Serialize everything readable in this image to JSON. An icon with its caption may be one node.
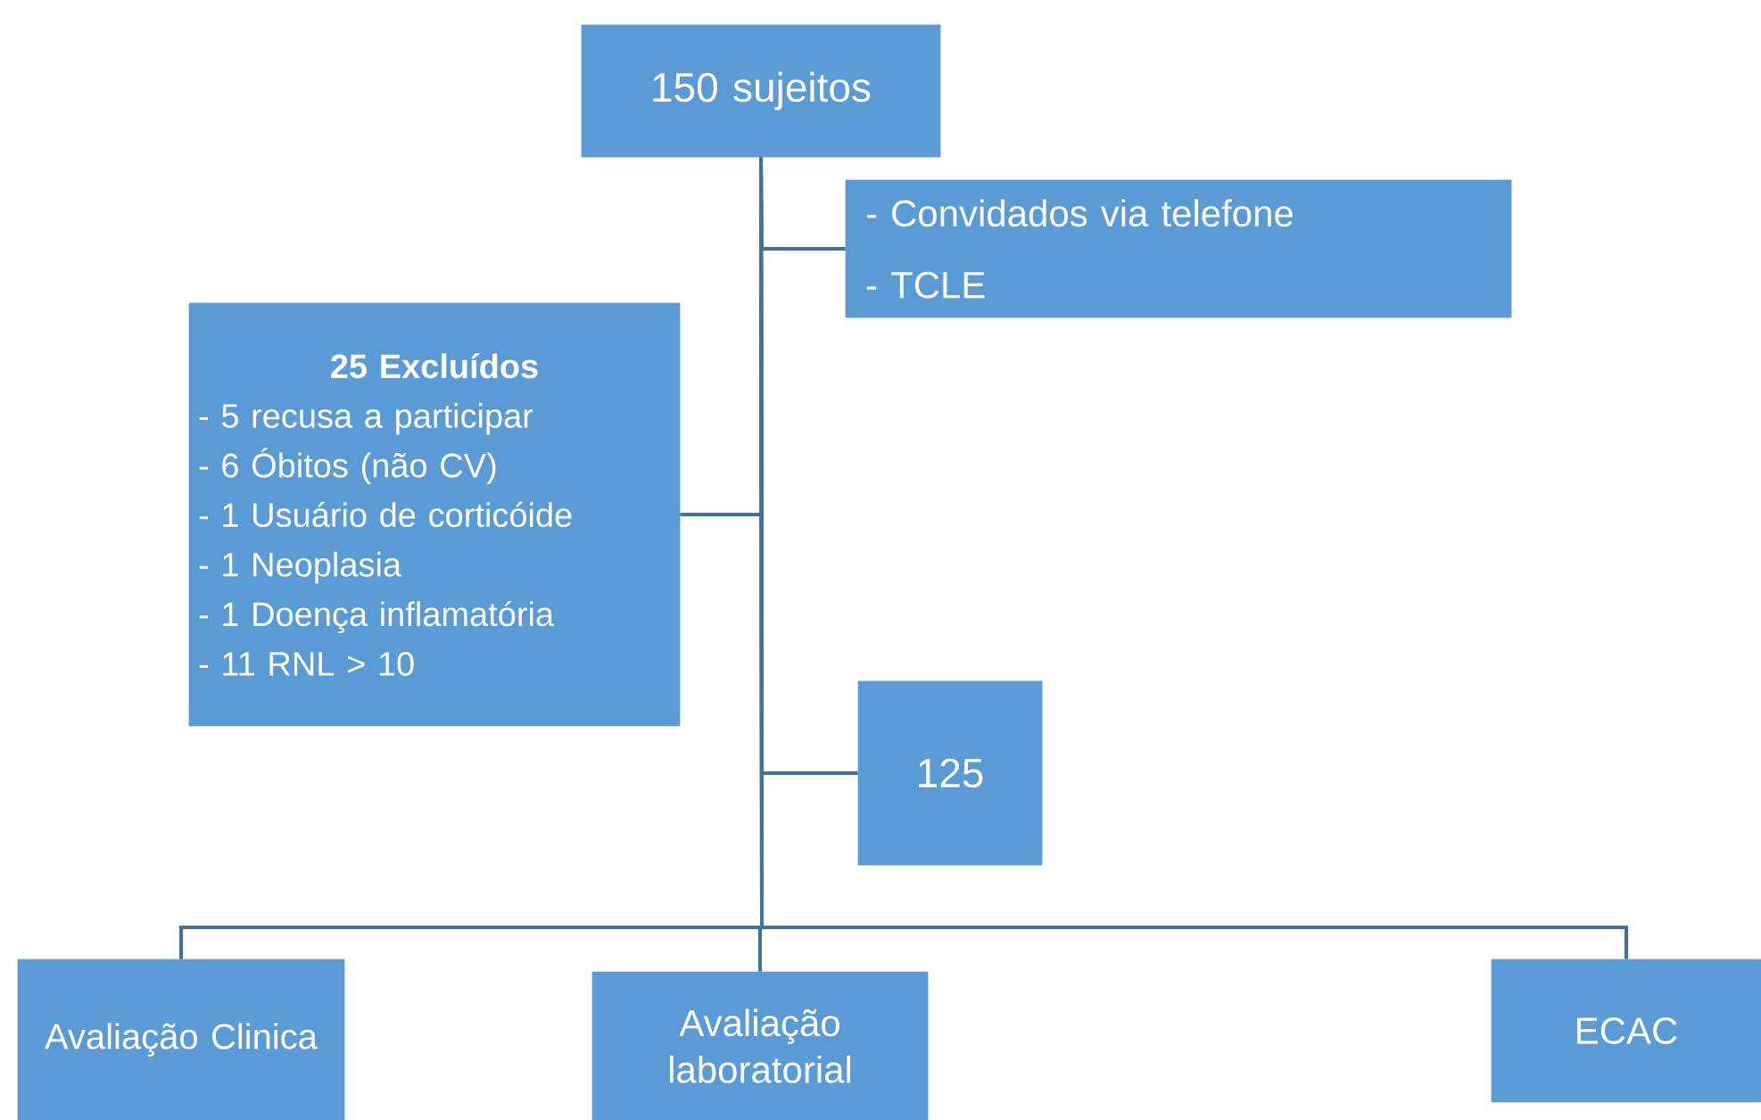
{
  "diagram": {
    "nodes": [
      {
        "text": [
          "150 sujeitos"
        ]
      },
      {
        "text": [
          "- Convidados via telefone",
          "- TCLE"
        ]
      },
      {
        "text": [
          "25 Excluídos",
          "- 5 recusa a participar",
          "- 6 Óbitos (não CV)",
          "- 1 Usuário de corticóide",
          "- 1 Neoplasia",
          "- 1 Doença inflamatória",
          "- 11 RNL > 10"
        ]
      },
      {
        "text": [
          "125"
        ]
      },
      {
        "text": [
          "Avaliação Clinica"
        ]
      },
      {
        "text": [
          "Avaliação laboratorial"
        ]
      },
      {
        "text": [
          "ECAC"
        ]
      }
    ],
    "edges": [
      {
        "from": 0,
        "to": 1,
        "arrow": "none"
      },
      {
        "from": 0,
        "to": 2,
        "arrow": "none"
      },
      {
        "from": 0,
        "to": 3,
        "arrow": "none"
      },
      {
        "from": 0,
        "to": 4,
        "arrow": "none"
      },
      {
        "from": 0,
        "to": 5,
        "arrow": "none"
      },
      {
        "from": 0,
        "to": 6,
        "arrow": "none"
      }
    ]
  }
}
